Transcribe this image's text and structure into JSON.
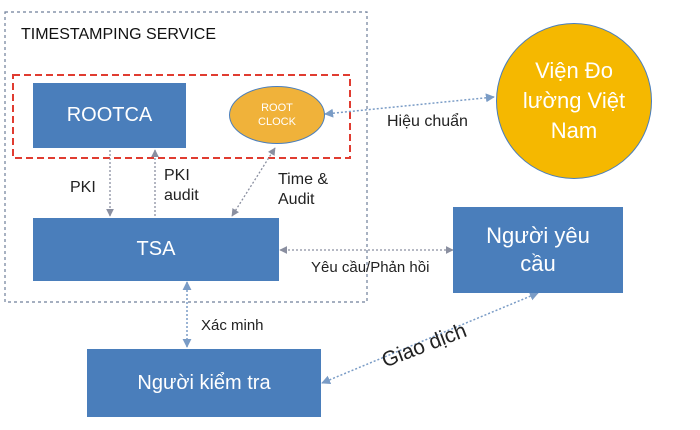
{
  "service": {
    "title": "TIMESTAMPING SERVICE"
  },
  "nodes": {
    "rootca": "ROOTCA",
    "root_clock": "ROOT CLOCK",
    "tsa": "TSA",
    "institute": "Viện Đo lường Việt Nam",
    "requester": "Người yêu cầu",
    "verifier": "Người kiểm tra"
  },
  "edges": {
    "calibration": "Hiệu chuẩn",
    "pki": "PKI",
    "pki_audit": "PKI audit",
    "time_audit": "Time & Audit",
    "request_response": "Yêu cầu/Phản hồi",
    "verify": "Xác minh",
    "transaction": "Giao dịch"
  },
  "colors": {
    "box_blue": "#4a7ebb",
    "clock_fill": "#f0b23a",
    "institute_fill": "#f5b800",
    "highlight_border": "#e03c31"
  }
}
